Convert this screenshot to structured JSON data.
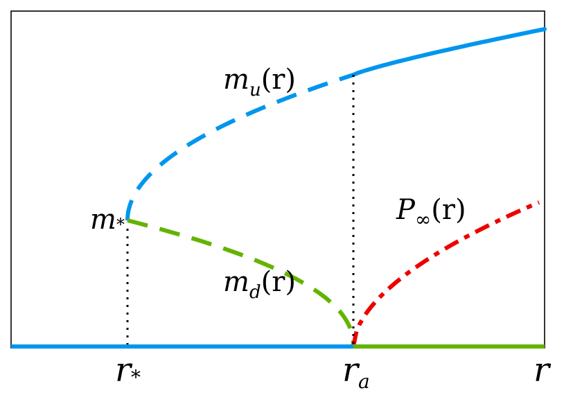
{
  "colors": {
    "upper_branch": "#0096ee",
    "lower_branch": "#64b300",
    "p_infinity": "#ee0000",
    "axes": "#000000"
  },
  "labels": {
    "m_u": {
      "base": "m",
      "sub": "u",
      "arg": "(r)"
    },
    "m_d": {
      "base": "m",
      "sub": "d",
      "arg": "(r)"
    },
    "m_star": {
      "base": "m",
      "sub": "*"
    },
    "p_inf": {
      "base": "P",
      "sub": "∞",
      "arg": "(r)"
    }
  },
  "x_ticks": [
    {
      "base": "r",
      "sub": "*"
    },
    {
      "base": "r",
      "sub": "a"
    },
    {
      "base": "r",
      "sub": ""
    }
  ],
  "chart_data": {
    "type": "line",
    "title": "",
    "xlabel": "r",
    "ylabel": "",
    "grid": false,
    "series": [
      {
        "name": "m_u(r)",
        "color": "#0096ee",
        "style": "dashed then solid for r > r_a"
      },
      {
        "name": "m_d(r)",
        "color": "#64b300",
        "style": "dashed"
      },
      {
        "name": "P_∞(r)",
        "color": "#ee0000",
        "style": "dash-dot"
      },
      {
        "name": "zero branch",
        "color": "#0096ee / #64b300",
        "style": "solid; blue for r < r_a, green for r > r_a"
      }
    ],
    "markers": [
      "r_*",
      "r_a",
      "m_*"
    ]
  }
}
